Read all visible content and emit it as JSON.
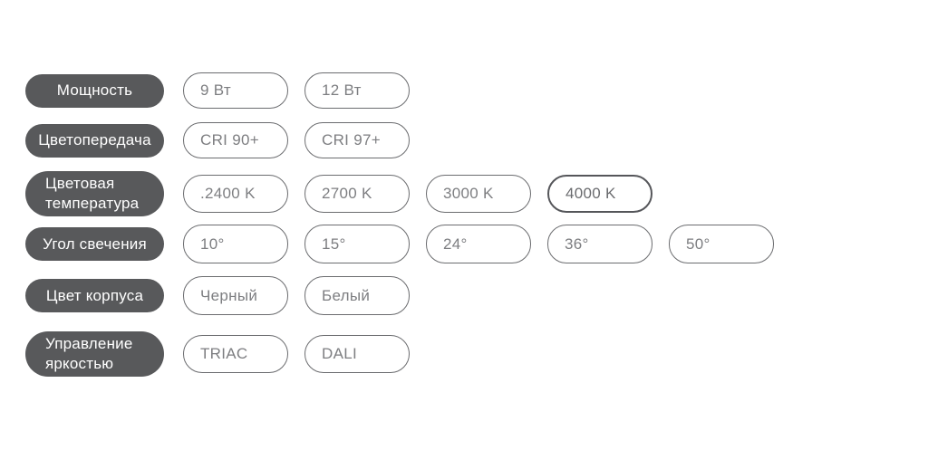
{
  "colors": {
    "page_bg": "#ffffff",
    "label_bg": "#58595b",
    "label_text": "#ffffff",
    "option_border": "#6b6c6f",
    "option_text": "#7d7e81",
    "option_border_strong": "#55565a",
    "option_text_strong": "#6a6b6e"
  },
  "rows": [
    {
      "label": "Мощность",
      "options": [
        "9 Вт",
        "12 Вт"
      ]
    },
    {
      "label": "Цветопередача",
      "options": [
        "CRI 90+",
        "CRI 97+"
      ]
    },
    {
      "label": "Цветовая температура",
      "options": [
        ".2400 K",
        "2700 K",
        "3000 K",
        "4000 K"
      ]
    },
    {
      "label": "Угол свечения",
      "options": [
        "10°",
        "15°",
        "24°",
        "36°",
        "50°"
      ]
    },
    {
      "label": "Цвет корпуса",
      "options": [
        "Черный",
        "Белый"
      ]
    },
    {
      "label": "Управление яркостью",
      "options": [
        "TRIAC",
        "DALI"
      ]
    }
  ]
}
